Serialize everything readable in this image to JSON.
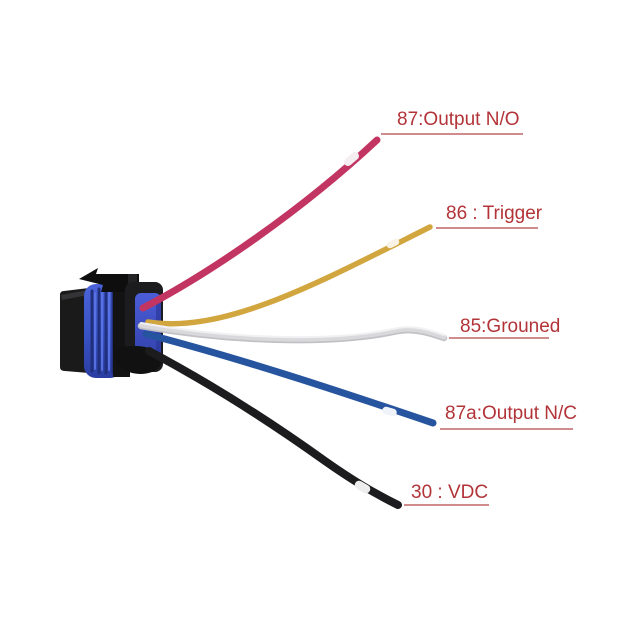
{
  "background": "#ffffff",
  "diagram": {
    "type": "relay-socket-wiring-pigtail",
    "label_text_color": "#b23438",
    "label_underline_color": "#d08c8c"
  },
  "connector": {
    "name": "5-wire relay socket with blue weather seal",
    "body_color": "#1a1a1b",
    "seal_color": "#3a55c8",
    "face_color": "#4156cc"
  },
  "wires": [
    {
      "pin": "87",
      "label": "87:Output N/O",
      "color": "#c23563",
      "color_name": "pink"
    },
    {
      "pin": "86",
      "label": "86 : Trigger",
      "color": "#d2a63e",
      "color_name": "yellow"
    },
    {
      "pin": "85",
      "label": "85:Grouned",
      "color": "#d9d9dc",
      "color_name": "white"
    },
    {
      "pin": "87a",
      "label": "87a:Output N/C",
      "color": "#27549f",
      "color_name": "blue"
    },
    {
      "pin": "30",
      "label": "30 : VDC",
      "color": "#1c1c1e",
      "color_name": "black"
    }
  ]
}
